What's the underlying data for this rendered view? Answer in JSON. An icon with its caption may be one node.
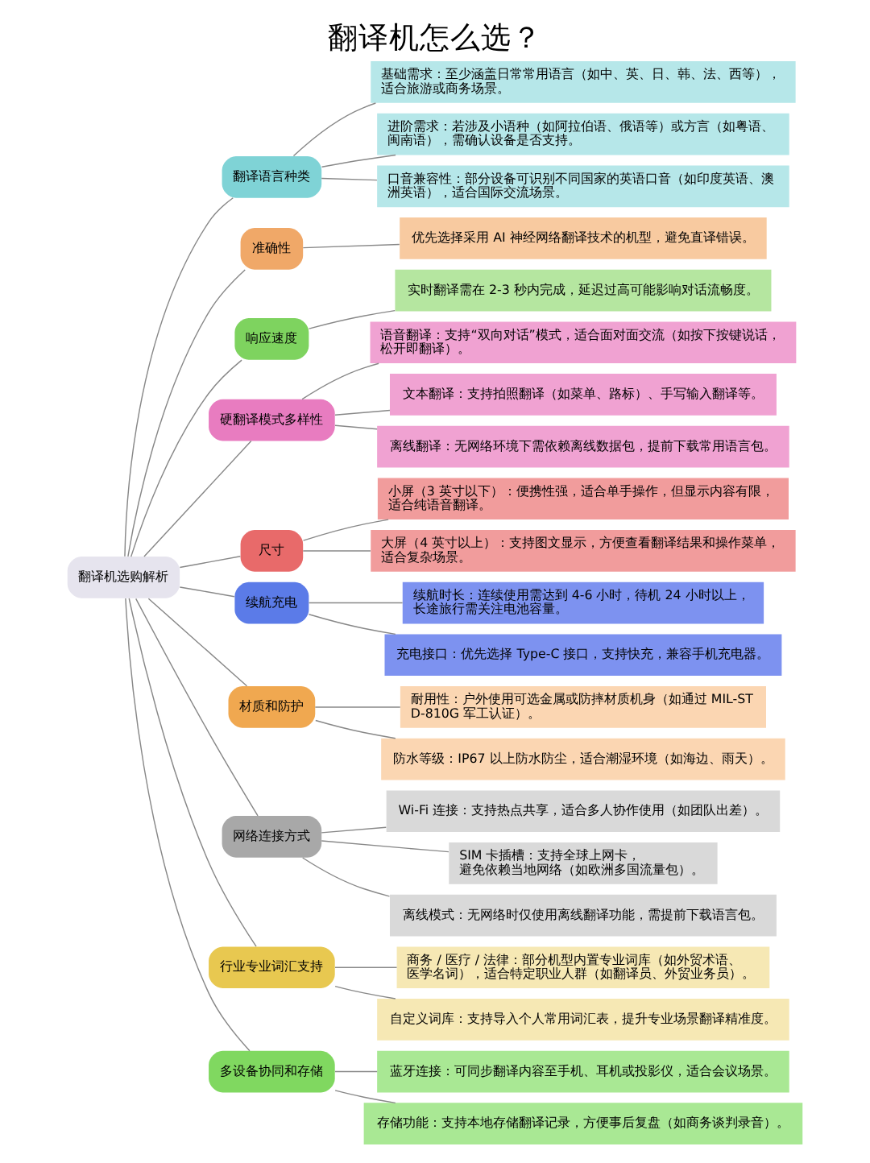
{
  "diagram": {
    "title": "翻译机怎么选？",
    "nodes": [
      {
        "text": [
          "翻译机选购解析"
        ]
      },
      {
        "text": [
          "翻译语言种类"
        ]
      },
      {
        "text": [
          "基础需求：至少涵盖日常常用语言（如中、英、日、韩、法、西等），适合旅游或商务场景。"
        ]
      },
      {
        "text": [
          "进阶需求：若涉及小语种（如阿拉伯语、俄语等）或方言（如粤语、闽南语），需确认设备是否支持。"
        ]
      },
      {
        "text": [
          "口音兼容性：部分设备可识别不同国家的英语口音（如印度英语、澳洲英语），适合国际交流场景。"
        ]
      },
      {
        "text": [
          "准确性"
        ]
      },
      {
        "text": [
          "优先选择采用 AI 神经网络翻译技术的机型，避免直译错误。"
        ]
      },
      {
        "text": [
          "响应速度"
        ]
      },
      {
        "text": [
          "实时翻译需在 2-3 秒内完成，延迟过高可能影响对话流畅度。"
        ]
      },
      {
        "text": [
          "硬翻译模式多样性"
        ]
      },
      {
        "text": [
          "语音翻译：支持“双向对话”模式，适合面对面交流（如按下按键说话，松开即翻译）。"
        ]
      },
      {
        "text": [
          "文本翻译：支持拍照翻译（如菜单、路标）、手写输入翻译等。"
        ]
      },
      {
        "text": [
          "离线翻译：无网络环境下需依赖离线数据包，提前下载常用语言包。"
        ]
      },
      {
        "text": [
          "尺寸"
        ]
      },
      {
        "text": [
          "小屏（3 英寸以下）：便携性强，适合单手操作，但显示内容有限，适合纯语音翻译。"
        ]
      },
      {
        "text": [
          "大屏（4 英寸以上）：支持图文显示，方便查看翻译结果和操作菜单，适合复杂场景。"
        ]
      },
      {
        "text": [
          "续航充电"
        ]
      },
      {
        "text": [
          "续航时长：连续使用需达到 4-6 小时，待机 24 小时以上，长途旅行需关注电池容量。"
        ]
      },
      {
        "text": [
          "充电接口：优先选择 Type-C 接口，支持快充，兼容手机充电器。"
        ]
      },
      {
        "text": [
          "材质和防护"
        ]
      },
      {
        "text": [
          "耐用性：户外使用可选金属或防摔材质机身（如通过 MIL-STD-810G 军工认证）。"
        ]
      },
      {
        "text": [
          "防水等级：IP67 以上防水防尘，适合潮湿环境（如海边、雨天）。"
        ]
      },
      {
        "text": [
          "网络连接方式"
        ]
      },
      {
        "text": [
          "Wi-Fi 连接：支持热点共享，适合多人协作使用（如团队出差）。"
        ]
      },
      {
        "text": [
          "SIM 卡插槽：支持全球上网卡，避免依赖当地网络（如欧洲多国流量包）。"
        ]
      },
      {
        "text": [
          "离线模式：无网络时仅使用离线翻译功能，需提前下载语言包。"
        ]
      },
      {
        "text": [
          "行业专业词汇支持"
        ]
      },
      {
        "text": [
          "商务 / 医疗 / 法律：部分机型内置专业词库（如外贸术语、医学名词），适合特定职业人群（如翻译员、外贸业务员）。"
        ]
      },
      {
        "text": [
          "自定义词库：支持导入个人常用词汇表，提升专业场景翻译精准度。"
        ]
      },
      {
        "text": [
          "多设备协同和存储"
        ]
      },
      {
        "text": [
          "蓝牙连接：可同步翻译内容至手机、耳机或投影仪，适合会议场景。"
        ]
      },
      {
        "text": [
          "存储功能：支持本地存储翻译记录，方便事后复盘（如商务谈判录音）。"
        ]
      }
    ],
    "edges": [
      {
        "from": 0,
        "to": 1,
        "arrow": "none"
      },
      {
        "from": 1,
        "to": 2,
        "arrow": "none"
      },
      {
        "from": 1,
        "to": 3,
        "arrow": "none"
      },
      {
        "from": 1,
        "to": 4,
        "arrow": "none"
      },
      {
        "from": 0,
        "to": 5,
        "arrow": "none"
      },
      {
        "from": 5,
        "to": 6,
        "arrow": "none"
      },
      {
        "from": 0,
        "to": 7,
        "arrow": "none"
      },
      {
        "from": 7,
        "to": 8,
        "arrow": "none"
      },
      {
        "from": 0,
        "to": 9,
        "arrow": "none"
      },
      {
        "from": 9,
        "to": 10,
        "arrow": "none"
      },
      {
        "from": 9,
        "to": 11,
        "arrow": "none"
      },
      {
        "from": 9,
        "to": 12,
        "arrow": "none"
      },
      {
        "from": 0,
        "to": 13,
        "arrow": "none"
      },
      {
        "from": 13,
        "to": 14,
        "arrow": "none"
      },
      {
        "from": 13,
        "to": 15,
        "arrow": "none"
      },
      {
        "from": 0,
        "to": 16,
        "arrow": "none"
      },
      {
        "from": 16,
        "to": 17,
        "arrow": "none"
      },
      {
        "from": 16,
        "to": 18,
        "arrow": "none"
      },
      {
        "from": 0,
        "to": 19,
        "arrow": "none"
      },
      {
        "from": 19,
        "to": 20,
        "arrow": "none"
      },
      {
        "from": 19,
        "to": 21,
        "arrow": "none"
      },
      {
        "from": 0,
        "to": 22,
        "arrow": "none"
      },
      {
        "from": 22,
        "to": 23,
        "arrow": "none"
      },
      {
        "from": 22,
        "to": 24,
        "arrow": "none"
      },
      {
        "from": 22,
        "to": 25,
        "arrow": "none"
      },
      {
        "from": 0,
        "to": 26,
        "arrow": "none"
      },
      {
        "from": 26,
        "to": 27,
        "arrow": "none"
      },
      {
        "from": 26,
        "to": 28,
        "arrow": "none"
      },
      {
        "from": 0,
        "to": 29,
        "arrow": "none"
      },
      {
        "from": 29,
        "to": 30,
        "arrow": "none"
      },
      {
        "from": 29,
        "to": 31,
        "arrow": "none"
      }
    ]
  }
}
